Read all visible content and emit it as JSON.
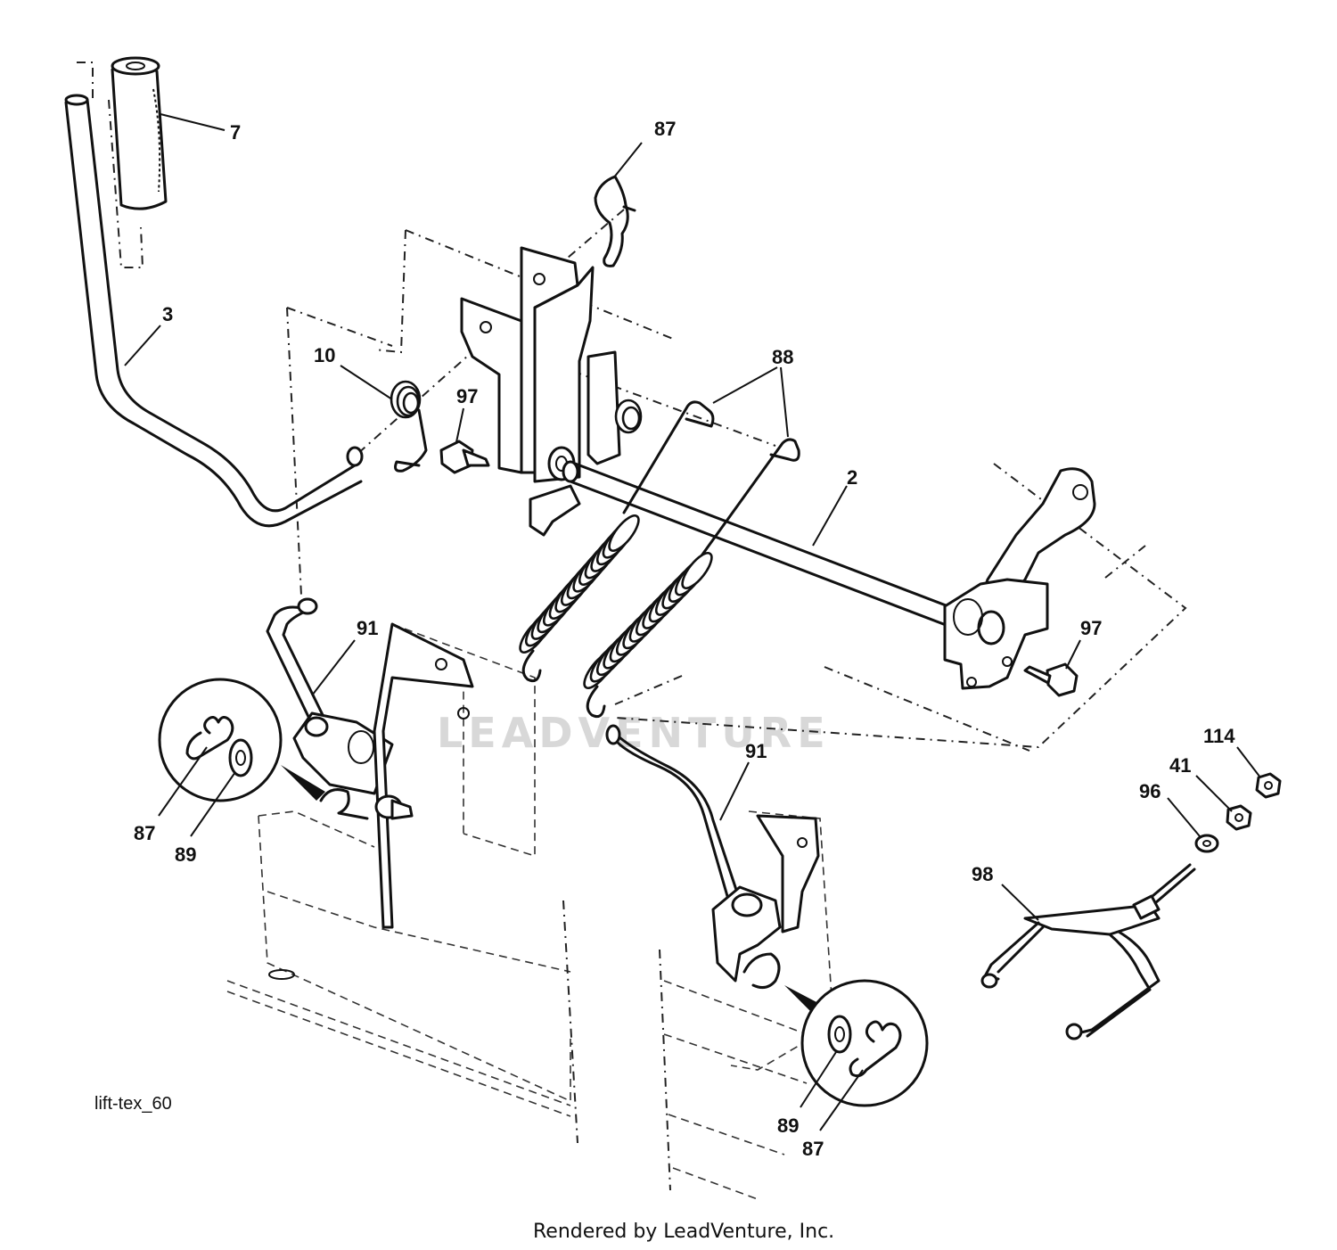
{
  "diagram": {
    "reference": "lift-tex_60",
    "credit": "Rendered by LeadVenture, Inc.",
    "watermark": "LEADVENTURE",
    "callouts": [
      {
        "id": "c7",
        "text": "7"
      },
      {
        "id": "c87a",
        "text": "87"
      },
      {
        "id": "c3",
        "text": "3"
      },
      {
        "id": "c10",
        "text": "10"
      },
      {
        "id": "c97a",
        "text": "97"
      },
      {
        "id": "c88",
        "text": "88"
      },
      {
        "id": "c2",
        "text": "2"
      },
      {
        "id": "c91a",
        "text": "91"
      },
      {
        "id": "c97b",
        "text": "97"
      },
      {
        "id": "c87b",
        "text": "87"
      },
      {
        "id": "c89a",
        "text": "89"
      },
      {
        "id": "c91b",
        "text": "91"
      },
      {
        "id": "c114",
        "text": "114"
      },
      {
        "id": "c41",
        "text": "41"
      },
      {
        "id": "c96",
        "text": "96"
      },
      {
        "id": "c98",
        "text": "98"
      },
      {
        "id": "c89b",
        "text": "89"
      },
      {
        "id": "c87c",
        "text": "87"
      }
    ]
  }
}
